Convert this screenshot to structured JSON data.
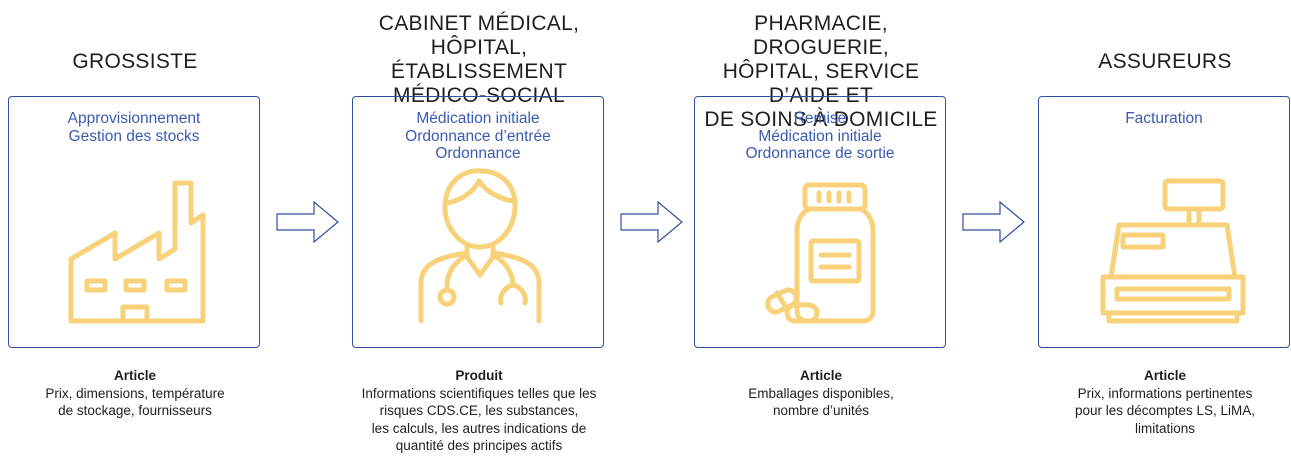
{
  "colors": {
    "frame": "#2f4fa0",
    "function_text": "#3a5bb0",
    "icon": "#f7d27a",
    "arrow": "#2f4fa0"
  },
  "stages": [
    {
      "heading": [
        "GROSSISTE"
      ],
      "functions": [
        "Approvisionnement",
        "Gestion des stocks"
      ],
      "icon": "factory-icon",
      "data_title": "Article",
      "data_lines": [
        "Prix, dimensions, température",
        "de stockage, fournisseurs"
      ]
    },
    {
      "heading": [
        "CABINET MÉDICAL,",
        "HÔPITAL, ÉTABLISSEMENT",
        "MÉDICO-SOCIAL"
      ],
      "functions": [
        "Médication initiale",
        "Ordonnance d’entrée",
        "Ordonnance"
      ],
      "icon": "doctor-icon",
      "data_title": "Produit",
      "data_lines": [
        "Informations scientifiques telles que les",
        "risques CDS.CE, les substances,",
        "les calculs, les autres indications de",
        "quantité des principes actifs"
      ]
    },
    {
      "heading": [
        "PHARMACIE, DROGUERIE,",
        "HÔPITAL, SERVICE D’AIDE ET",
        "DE SOINS À DOMICILE"
      ],
      "functions": [
        "Remise",
        "Médication initiale",
        "Ordonnance de sortie"
      ],
      "icon": "medicine-bottle-icon",
      "data_title": "Article",
      "data_lines": [
        "Emballages disponibles,",
        "nombre d’unités"
      ]
    },
    {
      "heading": [
        "ASSUREURS"
      ],
      "functions": [
        "Facturation"
      ],
      "icon": "cash-register-icon",
      "data_title": "Article",
      "data_lines": [
        "Prix, informations pertinentes",
        "pour les décomptes LS, LiMA,",
        "limitations"
      ]
    }
  ]
}
